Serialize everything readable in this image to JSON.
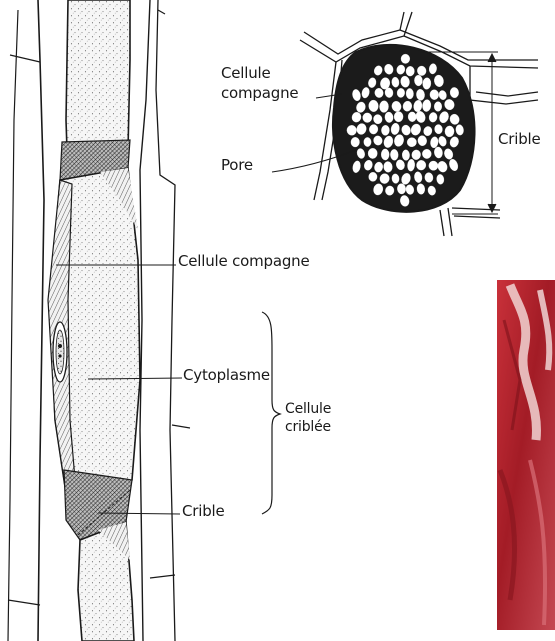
{
  "labels": {
    "cellule_compagne_top_line1": "Cellule",
    "cellule_compagne_top_line2": "compagne",
    "pore": "Pore",
    "crible_top": "Crible",
    "cellule_compagne_main": "Cellule compagne",
    "cytoplasme": "Cytoplasme",
    "cellule_criblee_line1": "Cellule",
    "cellule_criblee_line2": "criblée",
    "crible_bottom": "Crible"
  },
  "colors": {
    "ink": "#1a1a1a",
    "paper": "#ffffff",
    "photo_red": "#b3222b",
    "photo_light": "#f1d3d2"
  }
}
